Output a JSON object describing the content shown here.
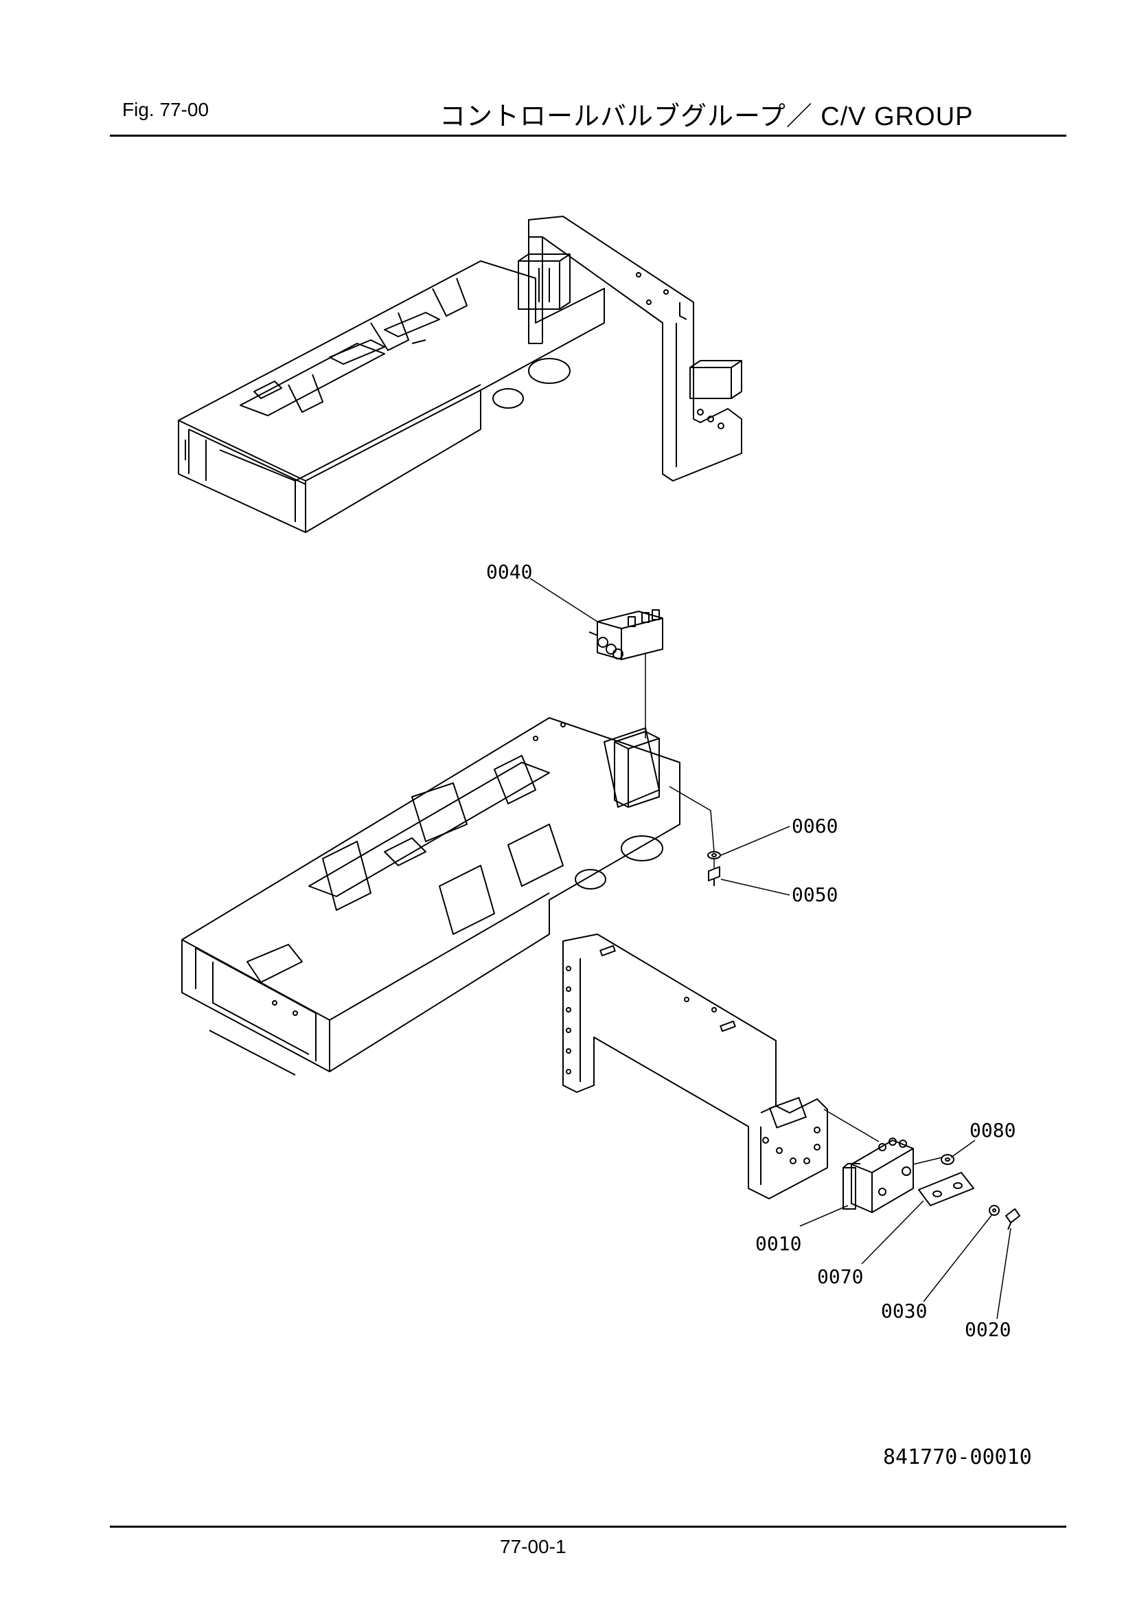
{
  "header": {
    "figure_label": "Fig.  77-00",
    "title": "コントロールバルブグループ／ C/V GROUP"
  },
  "callouts": [
    {
      "id": "0040",
      "text": "0040"
    },
    {
      "id": "0060",
      "text": "0060"
    },
    {
      "id": "0050",
      "text": "0050"
    },
    {
      "id": "0080",
      "text": "0080"
    },
    {
      "id": "0010",
      "text": "0010"
    },
    {
      "id": "0070",
      "text": "0070"
    },
    {
      "id": "0030",
      "text": "0030"
    },
    {
      "id": "0020",
      "text": "0020"
    }
  ],
  "footer": {
    "drawing_number": "841770-00010",
    "page_number": "77-00-1"
  },
  "colors": {
    "line": "#000000",
    "background": "#ffffff"
  }
}
